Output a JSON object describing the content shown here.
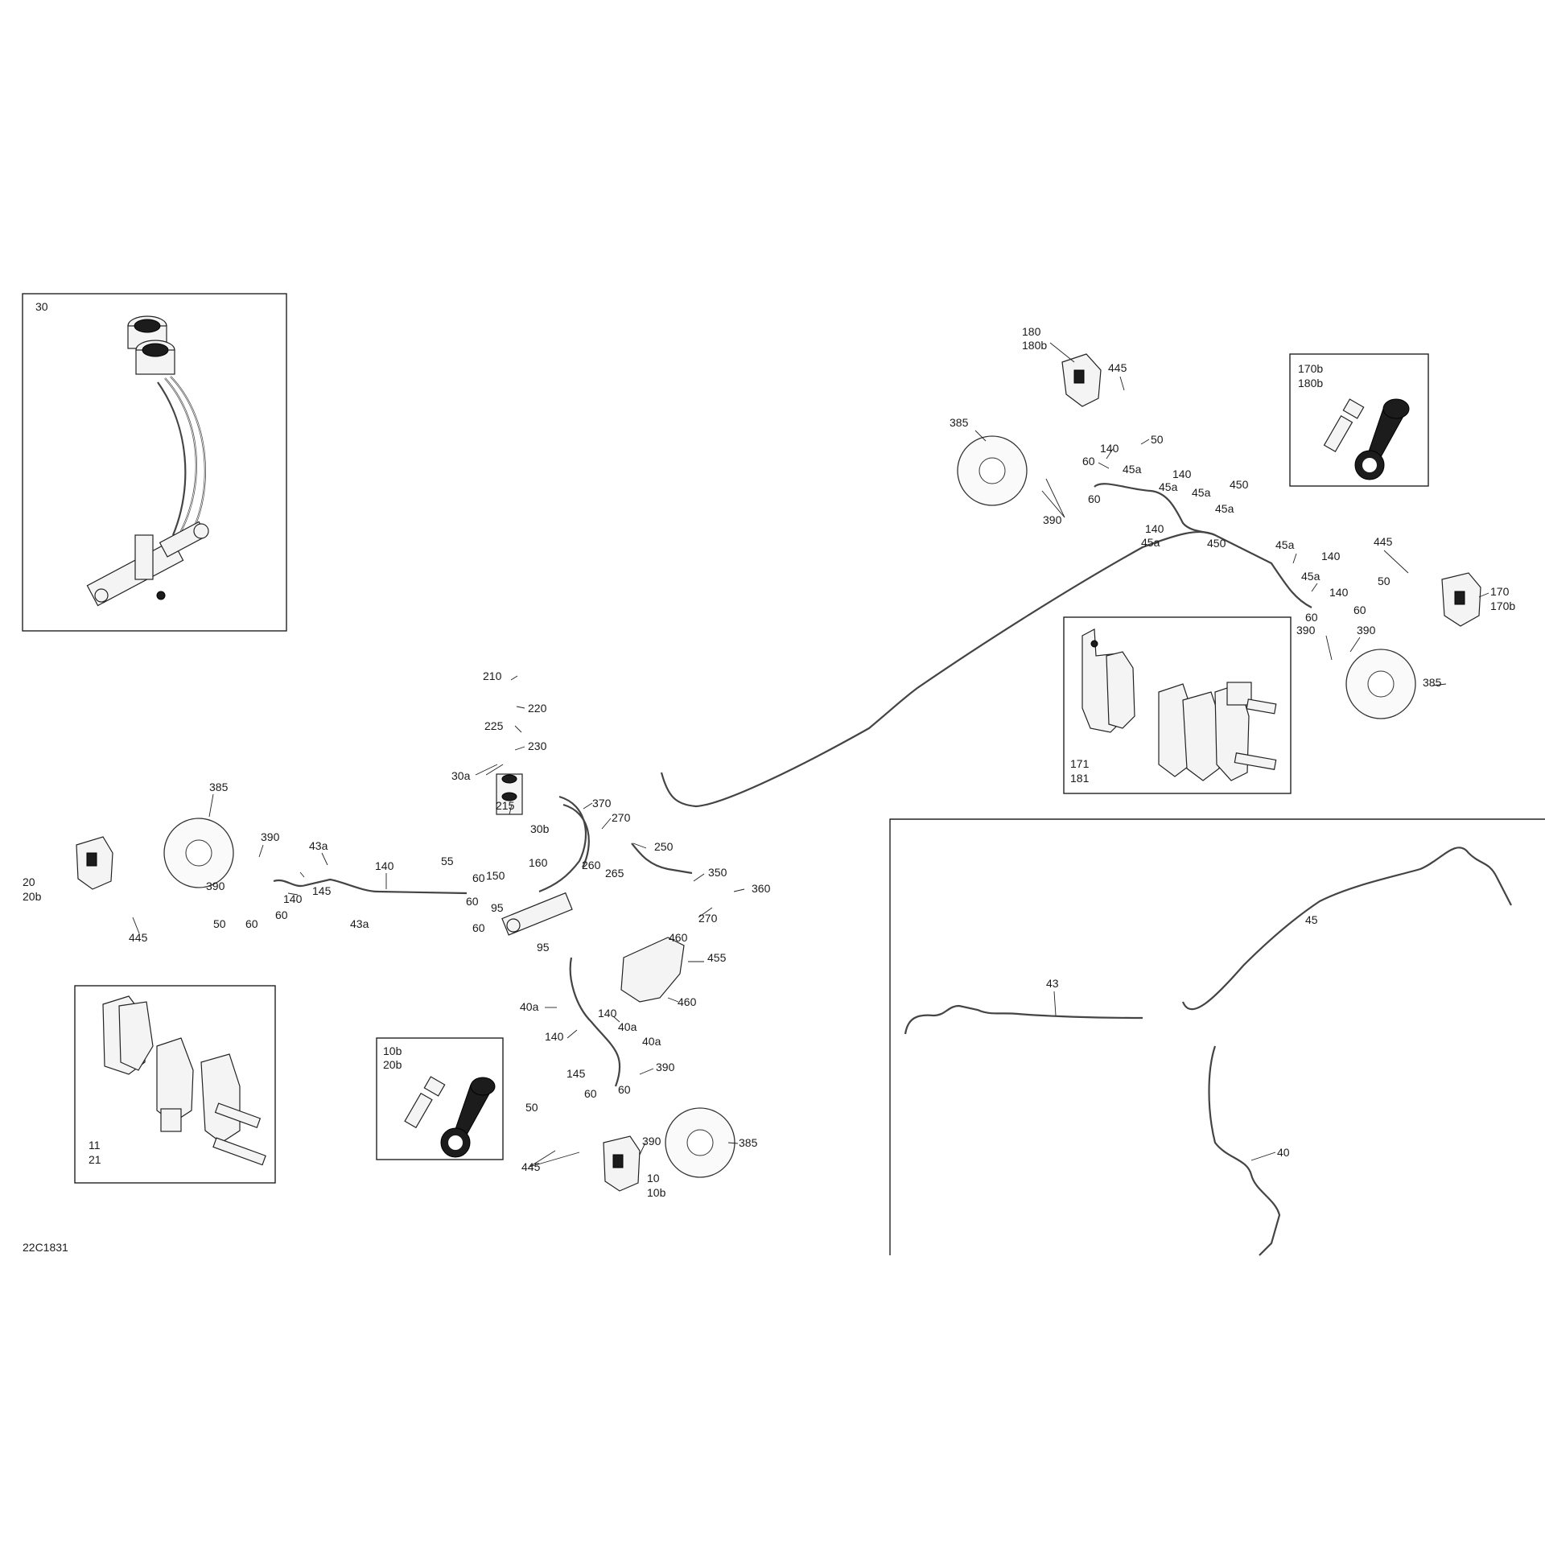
{
  "diagram": {
    "reference": "22C1831",
    "insets": [
      {
        "id": "master-cylinder",
        "labels": [
          "30"
        ]
      },
      {
        "id": "rear-bleeder",
        "labels": [
          "170b",
          "180b"
        ]
      },
      {
        "id": "rear-pads",
        "labels": [
          "171",
          "181"
        ]
      },
      {
        "id": "front-pads",
        "labels": [
          "11",
          "21"
        ]
      },
      {
        "id": "front-bleeder",
        "labels": [
          "10b",
          "20b"
        ]
      },
      {
        "id": "brake-lines",
        "labels": [
          "43",
          "45",
          "40"
        ]
      }
    ],
    "callouts": {
      "rear_left": [
        "180",
        "180b",
        "445",
        "385",
        "50",
        "140",
        "60",
        "45a",
        "140",
        "45a",
        "60",
        "390",
        "45a",
        "450",
        "140",
        "45a",
        "450",
        "45a"
      ],
      "rear_right": [
        "445",
        "45a",
        "140",
        "45a",
        "50",
        "140",
        "60",
        "60",
        "390",
        "390",
        "170",
        "170b",
        "385"
      ],
      "center": [
        "210",
        "220",
        "225",
        "230",
        "30a",
        "215",
        "370",
        "270",
        "30b",
        "250",
        "160",
        "260",
        "265",
        "150",
        "55",
        "60",
        "60",
        "95",
        "60",
        "95",
        "350",
        "360",
        "270"
      ],
      "front_left": [
        "385",
        "390",
        "43a",
        "140",
        "390",
        "145",
        "140",
        "60",
        "50",
        "60",
        "43a",
        "20",
        "20b",
        "445"
      ],
      "front_right": [
        "460",
        "455",
        "460",
        "40a",
        "140",
        "40a",
        "140",
        "40a",
        "145",
        "390",
        "60",
        "60",
        "50",
        "390",
        "385",
        "445",
        "10",
        "10b"
      ]
    }
  }
}
